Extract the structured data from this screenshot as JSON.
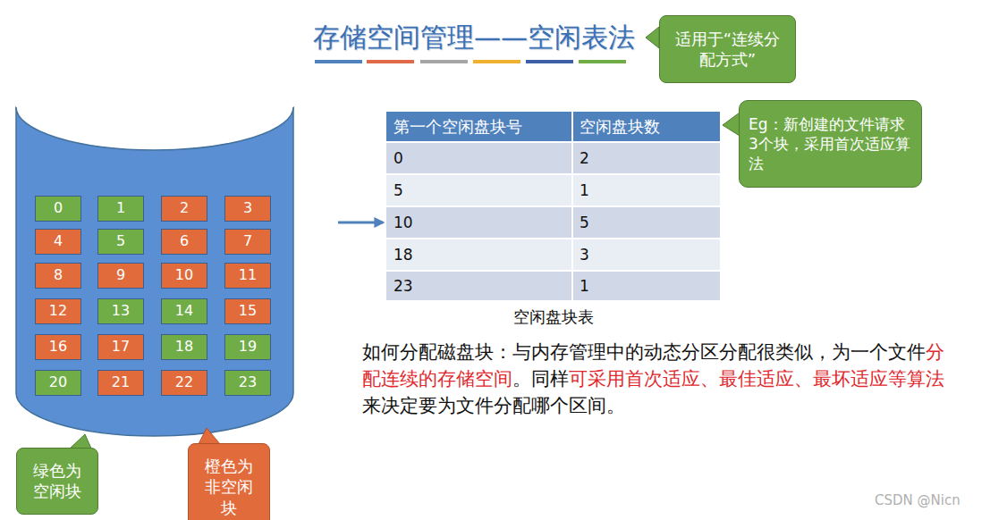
{
  "diagram": {
    "title": "存储空间管理——空闲表法",
    "nodes": [
      {
        "text": [
          "适用于“连续分配方式”"
        ]
      },
      {
        "text": [
          "Eg：新创建的文件请求3个块，采用首次适应算法"
        ]
      },
      {
        "text": [
          "0"
        ]
      },
      {
        "text": [
          "1"
        ]
      },
      {
        "text": [
          "2"
        ]
      },
      {
        "text": [
          "3"
        ]
      },
      {
        "text": [
          "4"
        ]
      },
      {
        "text": [
          "5"
        ]
      },
      {
        "text": [
          "6"
        ]
      },
      {
        "text": [
          "7"
        ]
      },
      {
        "text": [
          "8"
        ]
      },
      {
        "text": [
          "9"
        ]
      },
      {
        "text": [
          "10"
        ]
      },
      {
        "text": [
          "11"
        ]
      },
      {
        "text": [
          "12"
        ]
      },
      {
        "text": [
          "13"
        ]
      },
      {
        "text": [
          "14"
        ]
      },
      {
        "text": [
          "15"
        ]
      },
      {
        "text": [
          "16"
        ]
      },
      {
        "text": [
          "17"
        ]
      },
      {
        "text": [
          "18"
        ]
      },
      {
        "text": [
          "19"
        ]
      },
      {
        "text": [
          "20"
        ]
      },
      {
        "text": [
          "21"
        ]
      },
      {
        "text": [
          "22"
        ]
      },
      {
        "text": [
          "23"
        ]
      },
      {
        "text": [
          "绿色为空闲块"
        ]
      },
      {
        "text": [
          "橙色为非空闲块"
        ]
      }
    ],
    "labels": [
      "第一个空闲盘块号",
      "空闲盘块数",
      "0",
      "2",
      "5",
      "1",
      "10",
      "5",
      "18",
      "3",
      "23",
      "1",
      "空闲盘块表",
      "如何分配磁盘块：与内存管理中的动态分区分配很类似，为一个文件",
      "分配连续的存储空间",
      "。同样",
      "可采用首次适应、最佳适应、最坏适应等算法",
      "来决定要为文件分配哪个区间。",
      "CSDN @Nicn"
    ]
  }
}
